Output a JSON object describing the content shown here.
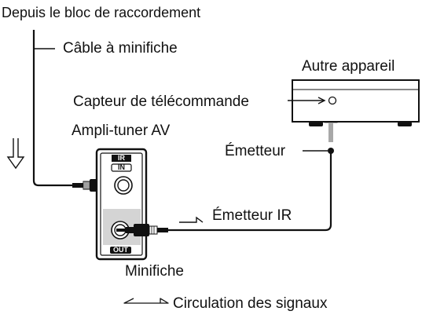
{
  "labels": {
    "source": "Depuis le bloc de raccordement",
    "cable": "Câble à minifiche",
    "other_device": "Autre appareil",
    "remote_sensor": "Capteur de télécommande",
    "receiver": "Ampli-tuner AV",
    "emitter": "Émetteur",
    "ir_emitter": "Émetteur IR",
    "miniplug": "Minifiche",
    "signal_flow": "Circulation des signaux"
  },
  "panel": {
    "title": "IR",
    "in_label": "IN",
    "out_label": "OUT"
  },
  "colors": {
    "line": "#111111",
    "panel_shade": "#d4d4d4",
    "emitter_arrow": "#a8a8a8",
    "background": "#ffffff"
  }
}
